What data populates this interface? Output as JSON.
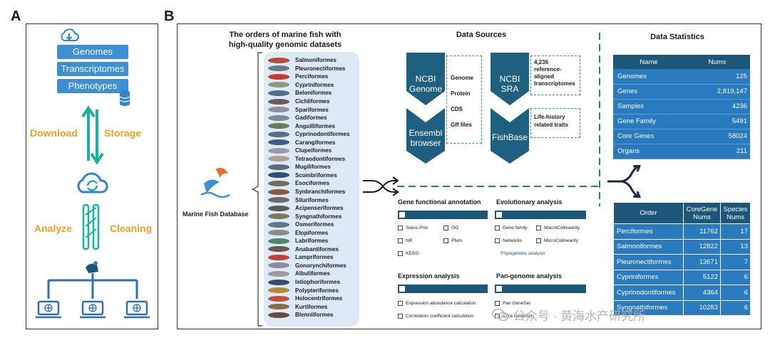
{
  "panels": {
    "a_label": "A",
    "b_label": "B"
  },
  "panel_a": {
    "stack_items": [
      "Genomes",
      "Transcriptomes",
      "Phenotypes"
    ],
    "download_label": "Download",
    "storage_label": "Storage",
    "analyze_label": "Analyze",
    "cleaning_label": "Cleaning"
  },
  "fish_orders": {
    "title_line1": "The orders of marine fish with",
    "title_line2": "high-quality genomic datasets",
    "items": [
      "Salmoniformes",
      "Pleuronectiformes",
      "Perciformes",
      "Cypriniformes",
      "Beloniformes",
      "Cichliformes",
      "Spariformes",
      "Gadiformes",
      "Anguilliformes",
      "Cyprinodontiformes",
      "Carangiformes",
      "Clupeiformes",
      "Tetraodontiformes",
      "Mugiliformes",
      "Scombriformes",
      "Esociformes",
      "Synbranchiformes",
      "Siluriformes",
      "Acipenseriformes",
      "Syngnathiformes",
      "Osmeriformes",
      "Elopiformes",
      "Labriformes",
      "Anabantiformes",
      "Lampriformes",
      "Gonorynchiformes",
      "Albuliformes",
      "Istiophoriformes",
      "Polypteriformes",
      "Holocentriformes",
      "Kurtiformes",
      "Blenniiformes"
    ]
  },
  "database": {
    "name": "Marine Fish Database"
  },
  "data_sources": {
    "title": "Data Sources",
    "ncbi_genome": {
      "line1": "NCBI",
      "line2": "Genome",
      "items": [
        "Genome",
        "Protein",
        "CDS",
        "Gff files"
      ]
    },
    "ensembl": {
      "line1": "Ensembl",
      "line2": "browser"
    },
    "ncbi_sra": {
      "line1": "NCBI",
      "line2": "SRA",
      "desc": [
        "4,236",
        "reference-",
        "aligned",
        "transcriptomes"
      ]
    },
    "fishbase": {
      "line1": "FishBase",
      "desc": [
        "Life-history",
        "related traits"
      ]
    }
  },
  "analysis": {
    "gene_functional": {
      "title": "Gene functional annotation",
      "options": [
        "Swiss-Prot",
        "GO",
        "NR",
        "Pfam",
        "KEGG"
      ]
    },
    "evolutionary": {
      "title": "Evolutionary analysis",
      "options": [
        "Gene family",
        "MacroCollinearity",
        "Networks",
        "MicroCollinearity",
        "Phylogenetic analysis"
      ]
    },
    "expression": {
      "title": "Expression analysis",
      "options": [
        "Expression abundance calculation",
        "Correlation coefficient calculation"
      ]
    },
    "pangenome": {
      "title": "Pan-genome analysis",
      "options": [
        "Pan GeneSet",
        "Core GeneSet"
      ]
    }
  },
  "statistics": {
    "title": "Data Statistics",
    "headers": [
      "Name",
      "Nums"
    ],
    "rows": [
      [
        "Genomes",
        "125"
      ],
      [
        "Genes",
        "2,819,147"
      ],
      [
        "Samples",
        "4236"
      ],
      [
        "Gene Family",
        "5491"
      ],
      [
        "Core Genes",
        "58024"
      ],
      [
        "Organs",
        "211"
      ]
    ]
  },
  "orders_table": {
    "headers": [
      "Order",
      "CoreGene Nums",
      "Species Nums"
    ],
    "header_lines": [
      [
        "Order"
      ],
      [
        "CoreGene",
        "Nums"
      ],
      [
        "Species",
        "Nums"
      ]
    ],
    "rows": [
      [
        "Perciformes",
        "11762",
        "17"
      ],
      [
        "Salmoniformes",
        "12822",
        "13"
      ],
      [
        "Pleuronectiformes",
        "13671",
        "7"
      ],
      [
        "Cypriniformes",
        "5122",
        "6"
      ],
      [
        "Cyprinodontiformes",
        "4364",
        "6"
      ],
      [
        "Syngnathiformes",
        "10283",
        "6"
      ]
    ]
  },
  "watermark": "公众号 · 黄海水产研究所",
  "colors": {
    "primary_blue": "#3d8fd6",
    "dark_teal": "#1c5679",
    "accent_teal": "#1ab0a0",
    "orange": "#f0a020",
    "table_blue": "#2a7ac0"
  }
}
